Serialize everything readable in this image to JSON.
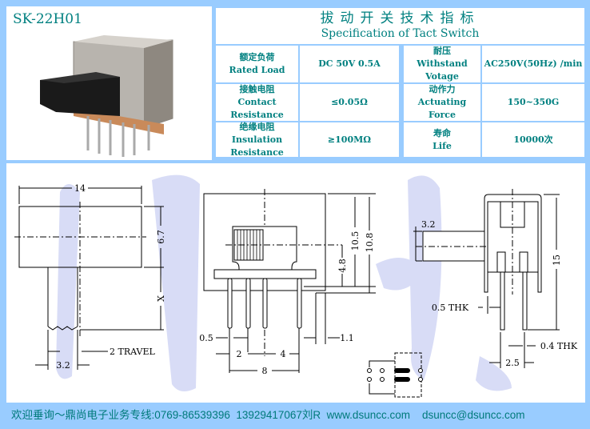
{
  "product": {
    "model": "SK-22H01"
  },
  "spec": {
    "title_cn": "拔动开关技术指标",
    "title_en": "Specification of Tact Switch",
    "rows": [
      {
        "label_cn": "额定负荷",
        "label_en": "Rated Load",
        "value": "DC 50V 0.5A",
        "label2_cn": "耐压",
        "label2_en": "Withstand Votage",
        "value2": "AC250V(50Hz) /min"
      },
      {
        "label_cn": "接触电阻",
        "label_en": "Contact Resistance",
        "value": "≤0.05Ω",
        "label2_cn": "动作力",
        "label2_en": "Actuating Force",
        "value2": "150~350G"
      },
      {
        "label_cn": "绝缘电阻",
        "label_en": "Insulation Resistance",
        "value": "≥100MΩ",
        "label2_cn": "寿命",
        "label2_en": "Life",
        "value2": "10000次"
      }
    ]
  },
  "drawing": {
    "dims": {
      "w14": "14",
      "h67": "6.7",
      "x": "X",
      "w32": "3.2",
      "travel": "2 TRAVEL",
      "h105": "10.5",
      "h108": "10.8",
      "h48": "4.8",
      "p05": "0.5",
      "p11": "1.1",
      "p2": "2",
      "p4": "4",
      "p8": "8",
      "s32": "3.2",
      "h15": "15",
      "thk05": "0.5 THK",
      "thk04": "0.4 THK",
      "p25": "2.5"
    }
  },
  "footer": {
    "text": "欢迎垂询～鼎尚电子业务专线:0769-86539396  13929417067刘R  www.dsuncc.com    dsuncc@dsuncc.com"
  }
}
